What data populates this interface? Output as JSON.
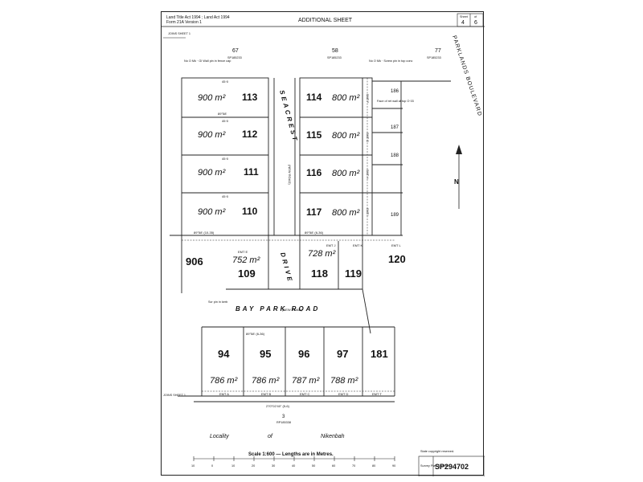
{
  "header": {
    "act_line1": "Land Title Act 1994 ; Land Act 1994",
    "act_line2": "Form 21A Version 1",
    "title": "ADDITIONAL SHEET",
    "sheet_label": "Sheet",
    "sheet_of": "of",
    "sheet_number": "4",
    "sheet_total": "6"
  },
  "joins": {
    "top": "JOINS SHEET 1",
    "bottom": "JOINS SHEET 1"
  },
  "streets": {
    "seacrest": "SEACREST",
    "drive": "DRIVE",
    "parklands": "PARKLANDS BOULEVARD",
    "bay_park_road": "BAY PARK ROAD",
    "new_road": "(NEW ROAD)"
  },
  "top_lots": [
    {
      "number": "67",
      "plan": "SP185233"
    },
    {
      "number": "58",
      "plan": "SP185233"
    },
    {
      "number": "77",
      "plan": "SP185233"
    }
  ],
  "left_lots": [
    {
      "number": "113",
      "area": "900 m²",
      "dim_top": "45·0"
    },
    {
      "number": "112",
      "area": "900 m²",
      "dim_top": "45·0"
    },
    {
      "number": "111",
      "area": "900 m²",
      "dim_top": "45·0"
    },
    {
      "number": "110",
      "area": "900 m²",
      "dim_top": "45·0"
    }
  ],
  "right_lots": [
    {
      "number": "114",
      "area": "800 m²",
      "emt": "EMT F"
    },
    {
      "number": "115",
      "area": "800 m²",
      "emt": "EMT G"
    },
    {
      "number": "116",
      "area": "800 m²",
      "emt": "EMT H"
    },
    {
      "number": "117",
      "area": "800 m²",
      "emt": "EMT I"
    }
  ],
  "far_right_lots": [
    "186",
    "187",
    "188",
    "189"
  ],
  "middle_lots": [
    {
      "number": "109",
      "area": "752 m²",
      "emt": "EMT E"
    },
    {
      "number": "118",
      "area": "728 m²",
      "emt": "EMT J"
    },
    {
      "number": "119",
      "area": "",
      "emt": "EMT K"
    },
    {
      "number": "120",
      "area": "",
      "emt": "EMT L"
    },
    {
      "number": "906",
      "area": "",
      "emt": ""
    }
  ],
  "bottom_lots": [
    {
      "number": "94",
      "area": "786 m²",
      "emt": "EMT A"
    },
    {
      "number": "95",
      "area": "786 m²",
      "emt": "EMT B"
    },
    {
      "number": "96",
      "area": "787 m²",
      "emt": "EMT C"
    },
    {
      "number": "97",
      "area": "788 m²",
      "emt": "EMT D"
    },
    {
      "number": "181",
      "area": "",
      "emt": "EMT T"
    }
  ],
  "bearings": {
    "b1": "89°58'",
    "b2": "89°58' (6-36)",
    "b3": "89°58' (10-35)",
    "b4": "270°02'40\" (5-6)"
  },
  "below_lot": {
    "number": "3",
    "plan": "RP185338"
  },
  "locality": {
    "word1": "Locality",
    "word2": "of",
    "word3": "Nikenbah"
  },
  "scale": {
    "text": "Scale 1:600 — Lengths are in Metres.",
    "ticks": [
      "10",
      "0",
      "10",
      "20",
      "30",
      "40",
      "50",
      "60",
      "70",
      "80",
      "90"
    ]
  },
  "footer": {
    "copyright": "State copyright reserved.",
    "plan_label": "Survey Plan Number",
    "plan_number": "SP294702"
  },
  "notes": {
    "peg": "No O Mk\nGI Wall pin in fence cap\nIn fen Cen fence cap\nO·04 W O·02",
    "near_road": "Scr pin in kerb",
    "boundary": "Boundary Ret Wall",
    "lot_note": "Face of ret wall at top O·03"
  }
}
